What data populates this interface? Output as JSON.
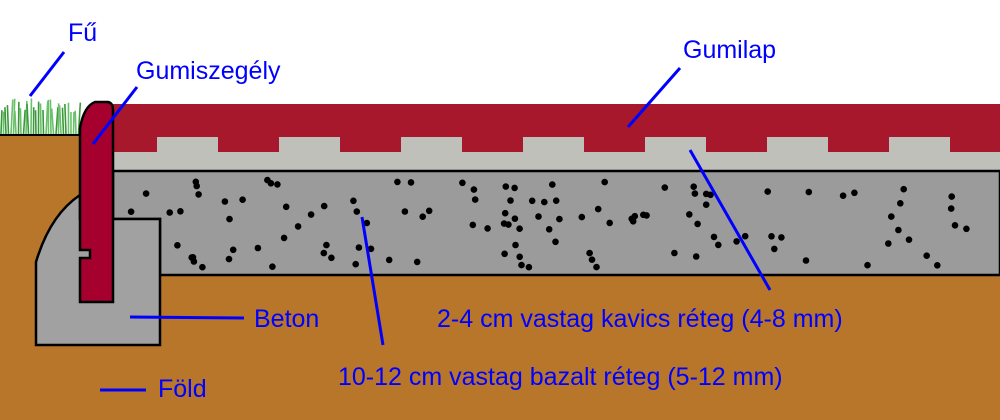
{
  "labels": {
    "grass": "Fű",
    "curb": "Gumiszegély",
    "rubber_tile": "Gumilap",
    "concrete": "Beton",
    "gravel": "2-4 cm vastag kavics réteg (4-8 mm)",
    "basalt": "10-12 cm vastag bazalt réteg (5-12 mm)",
    "soil": "Föld"
  },
  "colors": {
    "soil": "#b8762a",
    "rubber_tile": "#a8182c",
    "gravel_layer": "#c0c0bb",
    "basalt_layer": "#9b9b9b",
    "curb": "#a6002e",
    "concrete": "#a1a1a1",
    "grass": "#3a9a3a",
    "label": "#0000ff"
  }
}
